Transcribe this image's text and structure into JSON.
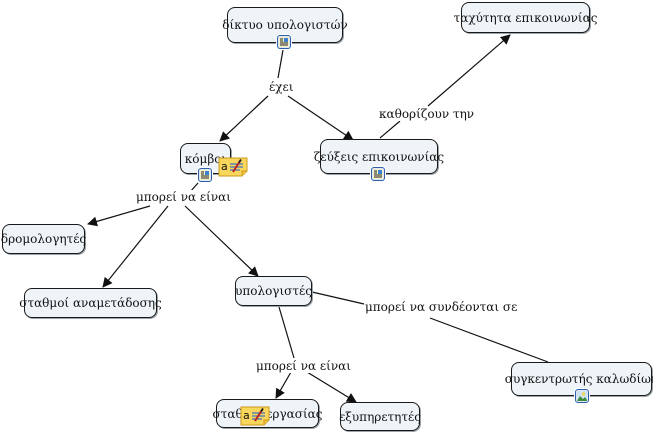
{
  "diagram": {
    "type": "concept-map",
    "colors": {
      "concept_fill": "#eef4f7",
      "concept_border": "#1a1a1a",
      "line": "#111111",
      "resource_icon_border": "#2f5fa8",
      "note_icon_fill": "#f9d65c"
    },
    "concepts": [
      {
        "id": "diktyo",
        "label": "δίκτυο υπολογιστών",
        "resources": [
          "document-image-icon"
        ]
      },
      {
        "id": "taxytita",
        "label": "ταχύτητα επικοινωνίας",
        "resources": []
      },
      {
        "id": "komvoi",
        "label": "κόμβοι",
        "resources": [
          "document-image-icon",
          "annotation-note-icon"
        ]
      },
      {
        "id": "zeykseis",
        "label": "ζεύξεις επικοινωνίας",
        "resources": [
          "document-image-icon"
        ]
      },
      {
        "id": "dromologites",
        "label": "δρομολογητές",
        "resources": []
      },
      {
        "id": "stathmoi_anam",
        "label": "σταθμοί αναμετάδοσης",
        "resources": []
      },
      {
        "id": "ypologistes",
        "label": "υπολογιστές",
        "resources": []
      },
      {
        "id": "sygkentrotis",
        "label": "συγκεντρωτής καλωδίων",
        "resources": [
          "image-icon"
        ]
      },
      {
        "id": "stathmoi_erg",
        "label": "σταθμοί εργασίας",
        "resources": [
          "annotation-note-icon"
        ]
      },
      {
        "id": "exypiretites",
        "label": "εξυπηρετητές",
        "resources": []
      }
    ],
    "linking_phrases": [
      {
        "id": "exei",
        "label": "έχει"
      },
      {
        "id": "kathorizoun",
        "label": "καθορίζουν την"
      },
      {
        "id": "mporei1",
        "label": "μπορεί να είναι"
      },
      {
        "id": "syndeontai",
        "label": "μπορεί να συνδέονται σε"
      },
      {
        "id": "mporei2",
        "label": "μπορεί να είναι"
      }
    ],
    "connections": [
      {
        "from": "diktyo",
        "to": "exei",
        "arrow": false
      },
      {
        "from": "exei",
        "to": "komvoi",
        "arrow": true
      },
      {
        "from": "exei",
        "to": "zeykseis",
        "arrow": true
      },
      {
        "from": "zeykseis",
        "to": "kathorizoun",
        "arrow": false
      },
      {
        "from": "kathorizoun",
        "to": "taxytita",
        "arrow": true
      },
      {
        "from": "komvoi",
        "to": "mporei1",
        "arrow": false
      },
      {
        "from": "mporei1",
        "to": "dromologites",
        "arrow": true
      },
      {
        "from": "mporei1",
        "to": "stathmoi_anam",
        "arrow": true
      },
      {
        "from": "mporei1",
        "to": "ypologistes",
        "arrow": true
      },
      {
        "from": "ypologistes",
        "to": "syndeontai",
        "arrow": false
      },
      {
        "from": "syndeontai",
        "to": "sygkentrotis",
        "arrow": false
      },
      {
        "from": "ypologistes",
        "to": "mporei2",
        "arrow": false
      },
      {
        "from": "mporei2",
        "to": "stathmoi_erg",
        "arrow": true
      },
      {
        "from": "mporei2",
        "to": "exypiretites",
        "arrow": true
      }
    ]
  }
}
